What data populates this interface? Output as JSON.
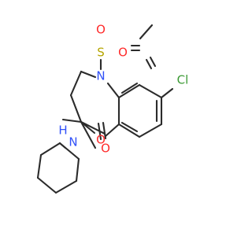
{
  "molecule": {
    "atoms": {
      "cl": {
        "label": "Cl",
        "color": "#3c9a35"
      },
      "n_ring": {
        "label": "N",
        "color": "#3050f8"
      },
      "s": {
        "label": "S",
        "color": "#b5a500"
      },
      "o_s1": {
        "label": "O",
        "color": "#ff2a2a"
      },
      "o_s2": {
        "label": "O",
        "color": "#ff2a2a"
      },
      "o_ring": {
        "label": "O",
        "color": "#ff2a2a"
      },
      "o_carbonyl": {
        "label": "O",
        "color": "#ff2a2a"
      },
      "n_amide": {
        "label": "N",
        "color": "#3050f8"
      },
      "h_amide": {
        "label": "H",
        "color": "#3050f8"
      }
    },
    "bond_color": "#2b2b2b"
  }
}
